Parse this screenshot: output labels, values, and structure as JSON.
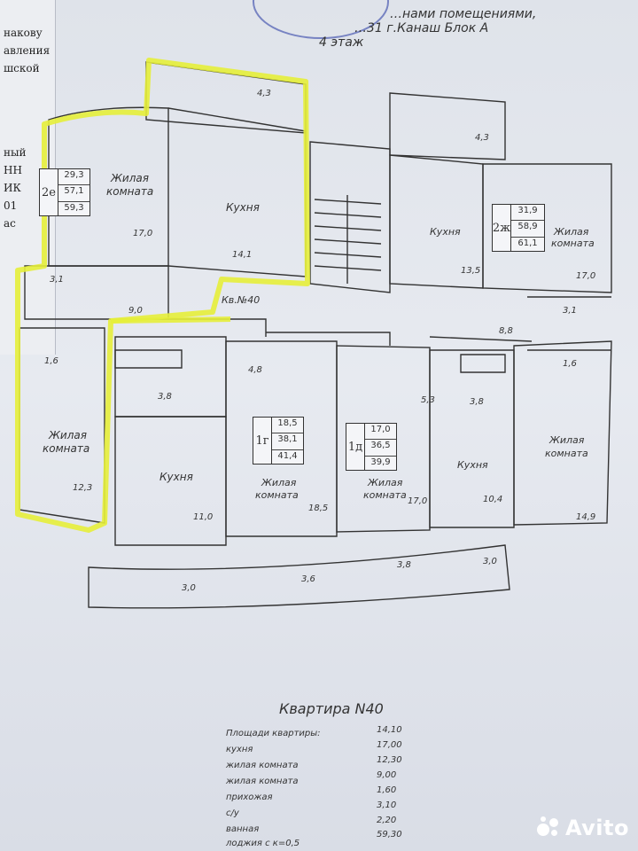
{
  "header": {
    "line1": "…нами помещениями,",
    "line2": "…31  г.Канаш Блок А",
    "floor": "4 этаж"
  },
  "left_page_lines": [
    "накову",
    "авления",
    "шской",
    "ный",
    "НН",
    "ИК",
    "01",
    "ас"
  ],
  "apartment_boxes": [
    {
      "code": "2е",
      "values": [
        "29,3",
        "57,1",
        "59,3"
      ]
    },
    {
      "code": "2ж",
      "values": [
        "31,9",
        "58,9",
        "61,1"
      ]
    },
    {
      "code": "1г",
      "values": [
        "18,5",
        "38,1",
        "41,4"
      ]
    },
    {
      "code": "1д",
      "values": [
        "17,0",
        "36,5",
        "39,9"
      ]
    }
  ],
  "rooms": {
    "living": "Жилая комната",
    "living_word1": "Жилая",
    "living_word2": "комната",
    "kitchen": "Кухня"
  },
  "apt_label": "Кв.№40",
  "areas": [
    "4,3",
    "17,0",
    "14,1",
    "3,1",
    "9,0",
    "1,6",
    "12,3",
    "4,3",
    "13,5",
    "17,0",
    "3,1",
    "8,8",
    "1,6",
    "3,8",
    "4,8",
    "5,3",
    "3,8",
    "11,0",
    "18,5",
    "17,0",
    "10,4",
    "14,9",
    "3,0",
    "3,6",
    "3,8",
    "3,0"
  ],
  "summary": {
    "title": "Квартира N40",
    "rows": [
      {
        "label": "Площади квартиры:",
        "value": "14,10"
      },
      {
        "label": "кухня",
        "value": "17,00"
      },
      {
        "label": "жилая комната",
        "value": "12,30"
      },
      {
        "label": "жилая комната",
        "value": "9,00"
      },
      {
        "label": "прихожая",
        "value": "1,60"
      },
      {
        "label": "с/у",
        "value": "3,10"
      },
      {
        "label": "ванная",
        "value": "2,20"
      },
      {
        "label": "лоджия с к=0,5",
        "value": "59,30"
      }
    ]
  },
  "watermark": "Avito",
  "colors": {
    "highlight": "#e6ee3a",
    "ink": "#333333",
    "paper": "#e4e7ee"
  }
}
